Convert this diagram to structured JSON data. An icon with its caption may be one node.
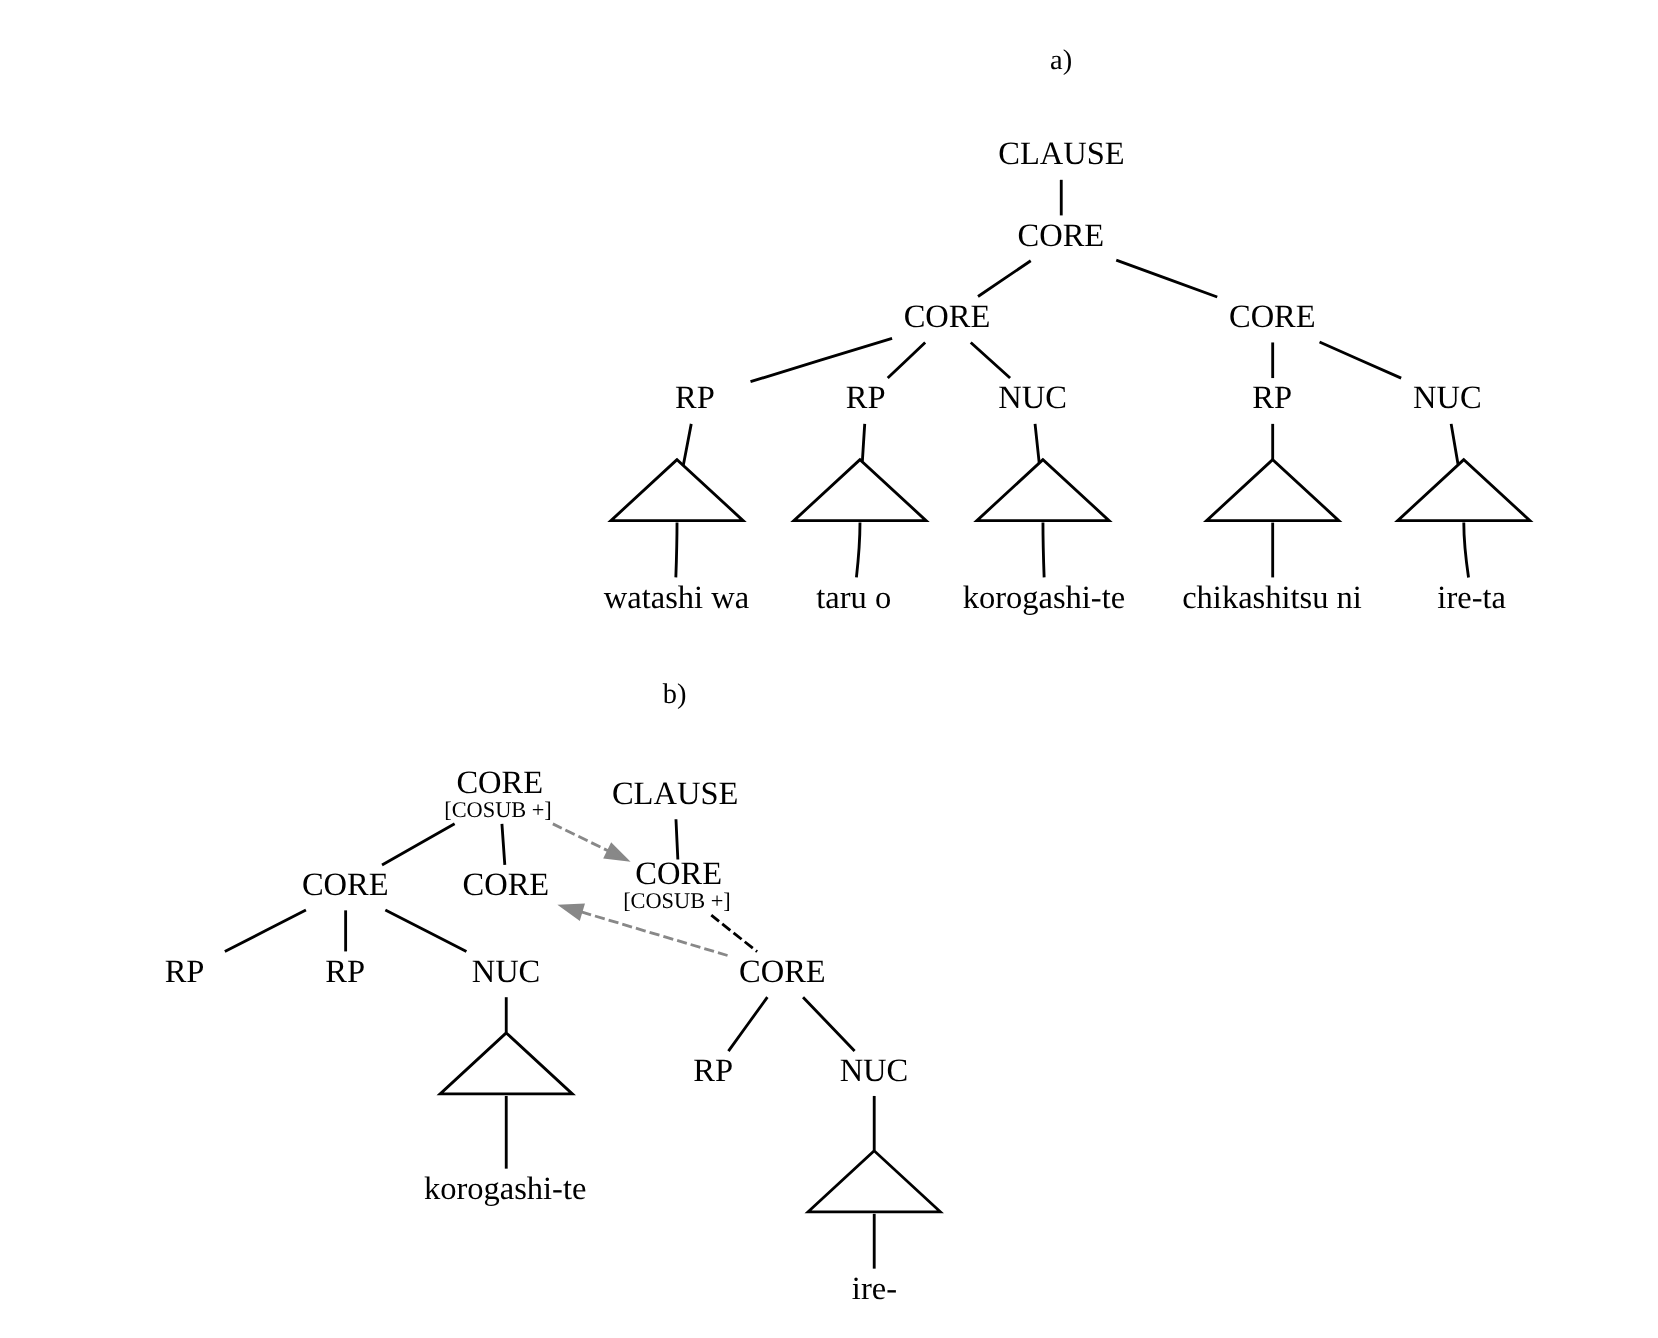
{
  "diagram": {
    "nodes": [
      {
        "text": [
          "CLAUSE"
        ]
      },
      {
        "text": [
          "CORE"
        ]
      },
      {
        "text": [
          "CORE"
        ]
      },
      {
        "text": [
          "CORE"
        ]
      },
      {
        "text": [
          "RP"
        ]
      },
      {
        "text": [
          "RP"
        ]
      },
      {
        "text": [
          "NUC"
        ]
      },
      {
        "text": [
          "RP"
        ]
      },
      {
        "text": [
          "NUC"
        ]
      },
      {
        "text": [],
        "shape": "triangle"
      },
      {
        "text": [
          "watashi wa"
        ]
      },
      {
        "text": [],
        "shape": "triangle"
      },
      {
        "text": [
          "taru o"
        ]
      },
      {
        "text": [],
        "shape": "triangle"
      },
      {
        "text": [
          "korogashi-te"
        ]
      },
      {
        "text": [],
        "shape": "triangle"
      },
      {
        "text": [
          "chikashitsu ni"
        ]
      },
      {
        "text": [],
        "shape": "triangle"
      },
      {
        "text": [
          "ire-ta"
        ]
      },
      {
        "text": [
          "CORE",
          "[COSUB +]"
        ]
      },
      {
        "text": [
          "CORE"
        ]
      },
      {
        "text": [
          "CORE"
        ]
      },
      {
        "text": [
          "RP"
        ]
      },
      {
        "text": [
          "RP"
        ]
      },
      {
        "text": [
          "NUC"
        ]
      },
      {
        "text": [],
        "shape": "triangle"
      },
      {
        "text": [
          "korogashi-te"
        ]
      },
      {
        "text": [
          "CLAUSE"
        ]
      },
      {
        "text": [
          "CORE",
          "[COSUB +]"
        ]
      },
      {
        "text": [
          "CORE"
        ]
      },
      {
        "text": [
          "RP"
        ]
      },
      {
        "text": [
          "NUC"
        ]
      },
      {
        "text": [],
        "shape": "triangle"
      },
      {
        "text": [
          "ire-"
        ]
      }
    ],
    "edges": [
      {
        "from": 0,
        "to": 1,
        "arrow": "none"
      },
      {
        "from": 1,
        "to": 2,
        "arrow": "none"
      },
      {
        "from": 1,
        "to": 3,
        "arrow": "none"
      },
      {
        "from": 2,
        "to": 4,
        "arrow": "none"
      },
      {
        "from": 2,
        "to": 5,
        "arrow": "none"
      },
      {
        "from": 2,
        "to": 6,
        "arrow": "none"
      },
      {
        "from": 3,
        "to": 7,
        "arrow": "none"
      },
      {
        "from": 3,
        "to": 8,
        "arrow": "none"
      },
      {
        "from": 4,
        "to": 9,
        "arrow": "none"
      },
      {
        "from": 9,
        "to": 10,
        "arrow": "none"
      },
      {
        "from": 5,
        "to": 11,
        "arrow": "none"
      },
      {
        "from": 11,
        "to": 12,
        "arrow": "none"
      },
      {
        "from": 6,
        "to": 13,
        "arrow": "none"
      },
      {
        "from": 13,
        "to": 14,
        "arrow": "none"
      },
      {
        "from": 7,
        "to": 15,
        "arrow": "none"
      },
      {
        "from": 15,
        "to": 16,
        "arrow": "none"
      },
      {
        "from": 8,
        "to": 17,
        "arrow": "none"
      },
      {
        "from": 17,
        "to": 18,
        "arrow": "none"
      },
      {
        "from": 19,
        "to": 20,
        "arrow": "none"
      },
      {
        "from": 19,
        "to": 21,
        "arrow": "none"
      },
      {
        "from": 20,
        "to": 22,
        "arrow": "none"
      },
      {
        "from": 20,
        "to": 23,
        "arrow": "none"
      },
      {
        "from": 20,
        "to": 24,
        "arrow": "none"
      },
      {
        "from": 24,
        "to": 25,
        "arrow": "none"
      },
      {
        "from": 25,
        "to": 26,
        "arrow": "none"
      },
      {
        "from": 27,
        "to": 28,
        "arrow": "none"
      },
      {
        "from": 28,
        "to": 29,
        "arrow": "none",
        "style": "dashed"
      },
      {
        "from": 29,
        "to": 30,
        "arrow": "none"
      },
      {
        "from": 29,
        "to": 31,
        "arrow": "none"
      },
      {
        "from": 31,
        "to": 32,
        "arrow": "none"
      },
      {
        "from": 32,
        "to": 33,
        "arrow": "none"
      },
      {
        "from": 19,
        "to": 28,
        "arrow": "to",
        "style": "dashed",
        "color": "#888888"
      },
      {
        "from": 29,
        "to": 21,
        "arrow": "to",
        "style": "dashed",
        "color": "#888888"
      }
    ],
    "labels": [
      "a)",
      "b)"
    ]
  }
}
